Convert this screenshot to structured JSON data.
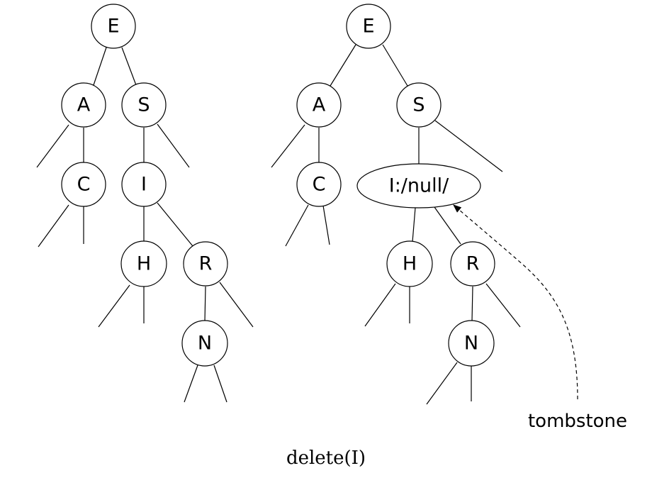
{
  "left_tree": {
    "E": "E",
    "A": "A",
    "S": "S",
    "C": "C",
    "I": "I",
    "H": "H",
    "R": "R",
    "N": "N"
  },
  "right_tree": {
    "E": "E",
    "A": "A",
    "S": "S",
    "C": "C",
    "I": "I:/null/",
    "H": "H",
    "R": "R",
    "N": "N"
  },
  "annotation": "tombstone",
  "caption": "delete(I)"
}
